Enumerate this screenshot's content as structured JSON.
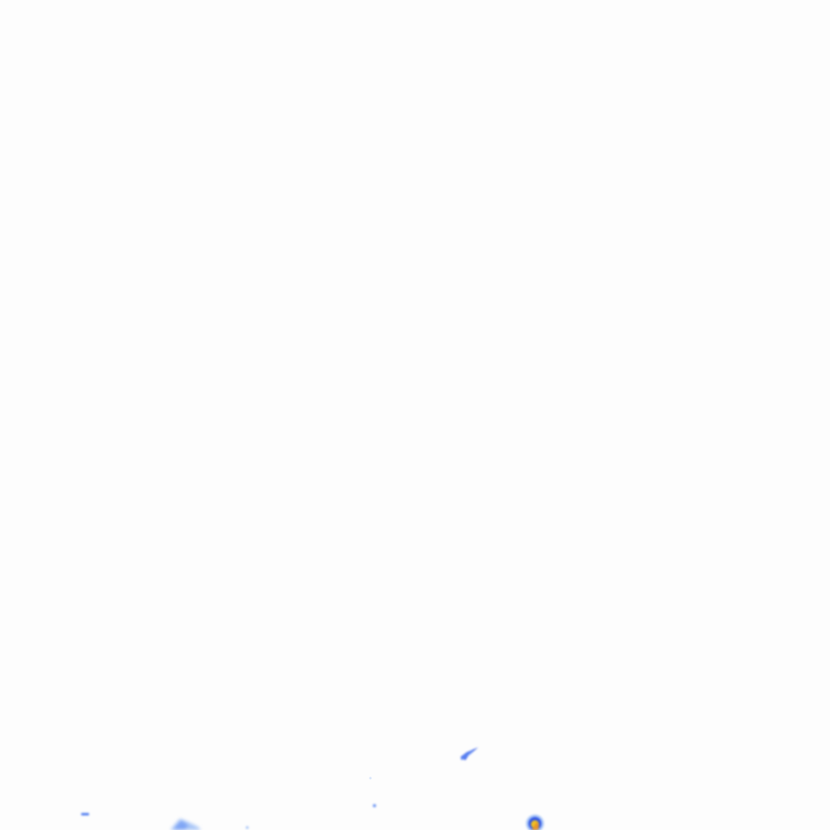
{
  "palette": {
    "background": "#fdfdfd",
    "blue_deep": "#2f55e8",
    "blue_mid": "#4f7cf0",
    "blue_light": "#a9c6f7",
    "blue_pale": "#d9e6fb",
    "yellow": "#f2c21f",
    "orange": "#e8962a"
  },
  "marks": [
    {
      "name": "blue-streak-mark",
      "kind": "streak"
    },
    {
      "name": "blue-dot-mark",
      "kind": "dot"
    },
    {
      "name": "faint-dot-mark",
      "kind": "dot"
    },
    {
      "name": "blue-dash-mark",
      "kind": "dash"
    },
    {
      "name": "pale-blue-blob-mark",
      "kind": "blob"
    },
    {
      "name": "small-blue-fleck-mark",
      "kind": "fleck"
    },
    {
      "name": "blue-yellow-hotspot-mark",
      "kind": "hotspot"
    }
  ]
}
